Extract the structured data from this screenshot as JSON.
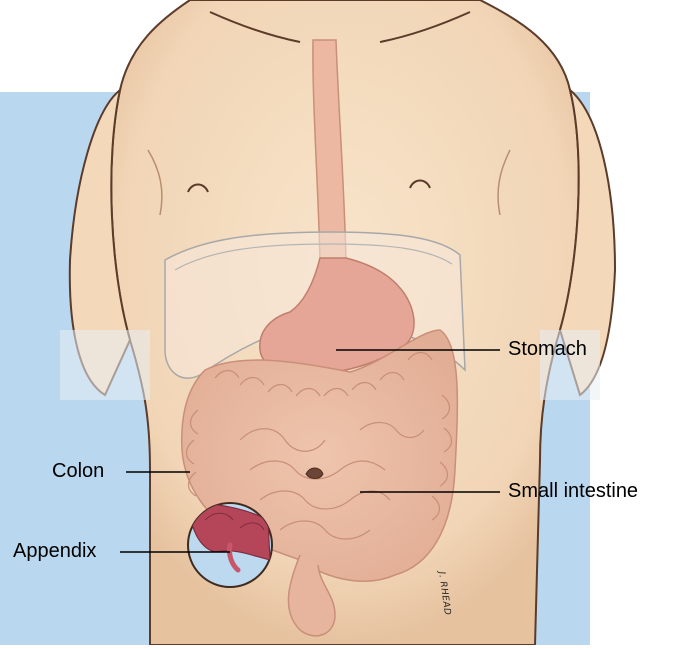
{
  "labels": {
    "stomach": "Stomach",
    "small_intestine": "Small intestine",
    "colon": "Colon",
    "appendix": "Appendix"
  },
  "signature": "J. RHEAD",
  "colors": {
    "background": "#b9d7ef",
    "skin": "#f4dcc0",
    "skin_shadow": "#e3bf9c",
    "organ": "#e9b7a0",
    "organ_outline": "#c98f78",
    "stomach": "#e5a698",
    "appendix": "#b5465a",
    "leader_line": "#000000"
  }
}
